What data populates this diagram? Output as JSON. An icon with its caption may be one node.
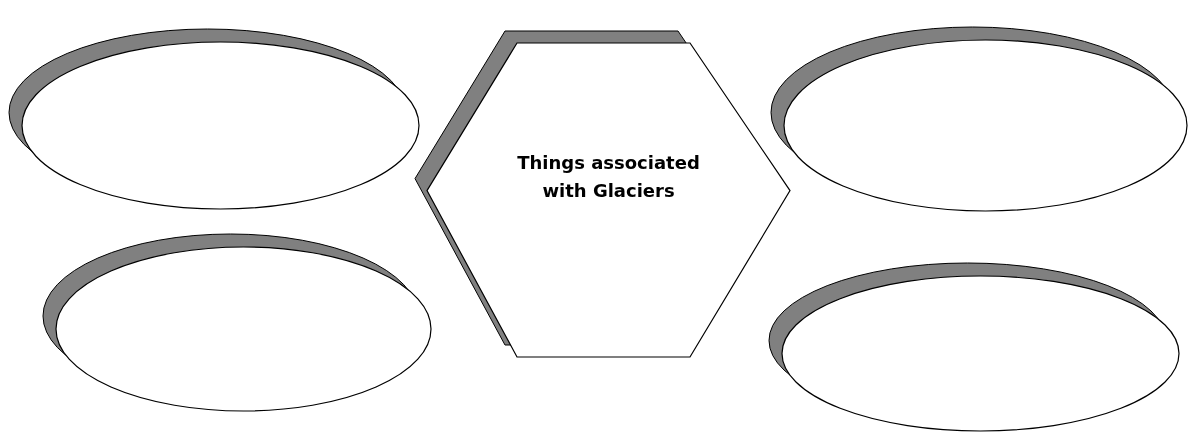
{
  "diagram": {
    "nodes": [
      {
        "text": [],
        "shape": "ellipse"
      },
      {
        "text": [
          "Things associated with Glaciers"
        ]
      },
      {
        "text": [],
        "shape": "ellipse"
      },
      {
        "text": [],
        "shape": "ellipse"
      },
      {
        "text": [],
        "shape": "ellipse"
      }
    ]
  }
}
